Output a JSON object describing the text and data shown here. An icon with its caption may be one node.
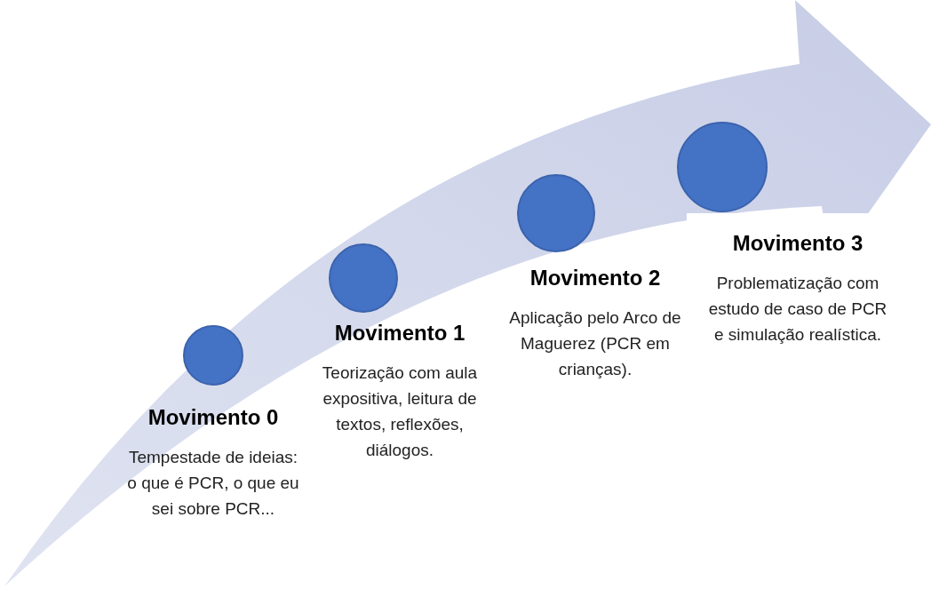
{
  "diagram": {
    "nodes": [
      {
        "text": [],
        "shape": "circle",
        "beside": [
          "Movimento 0",
          "Tempestade de ideias: o que é PCR, o que eu sei sobre PCR..."
        ]
      },
      {
        "text": [],
        "shape": "circle",
        "beside": [
          "Movimento 1",
          "Teorização com aula expositiva, leitura de textos, reflexões, diálogos."
        ]
      },
      {
        "text": [],
        "shape": "circle",
        "beside": [
          "Movimento 2",
          "Aplicação pelo Arco de Maguerez (PCR em crianças)."
        ]
      },
      {
        "text": [],
        "shape": "circle",
        "beside": [
          "Movimento 3",
          "Problematização com estudo de caso de PCR e simulação realística."
        ]
      }
    ]
  }
}
